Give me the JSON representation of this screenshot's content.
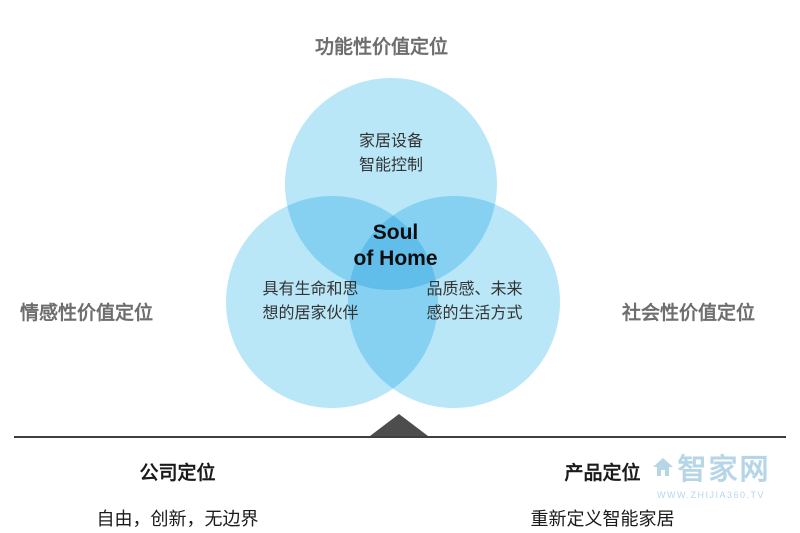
{
  "venn": {
    "top_axis_label": "功能性价值定位",
    "left_axis_label": "情感性价值定位",
    "right_axis_label": "社会性价值定位",
    "top_circle_text": "家居设备\n智能控制",
    "left_circle_text": "具有生命和思\n想的居家伙伴",
    "right_circle_text": "品质感、未来\n感的生活方式",
    "center_title": "Soul\nof Home"
  },
  "bottom": {
    "company": {
      "title": "公司定位",
      "desc": "自由，创新，无边界"
    },
    "product": {
      "title": "产品定位",
      "desc": "重新定义智能家居"
    }
  },
  "watermark": {
    "brand": "智家网",
    "url": "WWW.ZHIJIA360.TV"
  },
  "colors": {
    "circle_fill": "#b9e7f8",
    "label_gray": "#6e6e6e",
    "triangle": "#4d4d4d",
    "baseline": "#3f3f3f",
    "watermark_blue": "#afd2e6"
  }
}
